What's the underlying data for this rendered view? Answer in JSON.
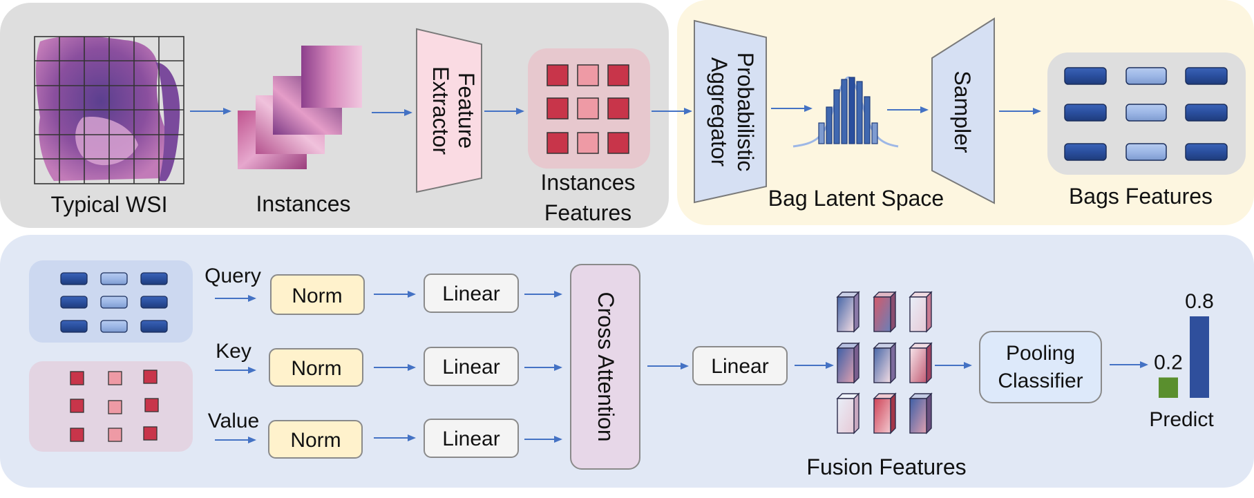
{
  "top_left": {
    "wsi_label": "Typical WSI",
    "instances_label": "Instances",
    "feature_extractor_line1": "Feature",
    "feature_extractor_line2": "Extractor",
    "instances_features_line1": "Instances",
    "instances_features_line2": "Features"
  },
  "top_right": {
    "aggregator_line1": "Probabilistic",
    "aggregator_line2": "Aggregator",
    "latent_label": "Bag Latent Space",
    "sampler_label": "Sampler",
    "bags_features_label": "Bags Features"
  },
  "bottom": {
    "query_label": "Query",
    "key_label": "Key",
    "value_label": "Value",
    "norm_label": "Norm",
    "linear_label": "Linear",
    "cross_attention_label": "Cross Attention",
    "fusion_label": "Fusion Features",
    "pooling_line1": "Pooling",
    "pooling_line2": "Classifier",
    "predict_label": "Predict"
  },
  "prediction": {
    "values": [
      0.2,
      0.8
    ],
    "value_labels": [
      "0.2",
      "0.8"
    ],
    "colors": [
      "#5a8f2e",
      "#2f4f9c"
    ]
  },
  "colors": {
    "panel_gray": "#dedede",
    "panel_yellow": "#fdf6e0",
    "panel_blue": "#e1e8f5",
    "arrow": "#4472c4",
    "norm_fill": "#fff2cc",
    "cross_attention_fill": "#e7d7e8",
    "pooling_fill": "#dde9fa",
    "feature_dark_red": "#c8354a",
    "feature_light_red": "#ee9aa5",
    "bag_dark_blue": "#2a4f9e",
    "bag_light_blue": "#9db7e6"
  }
}
